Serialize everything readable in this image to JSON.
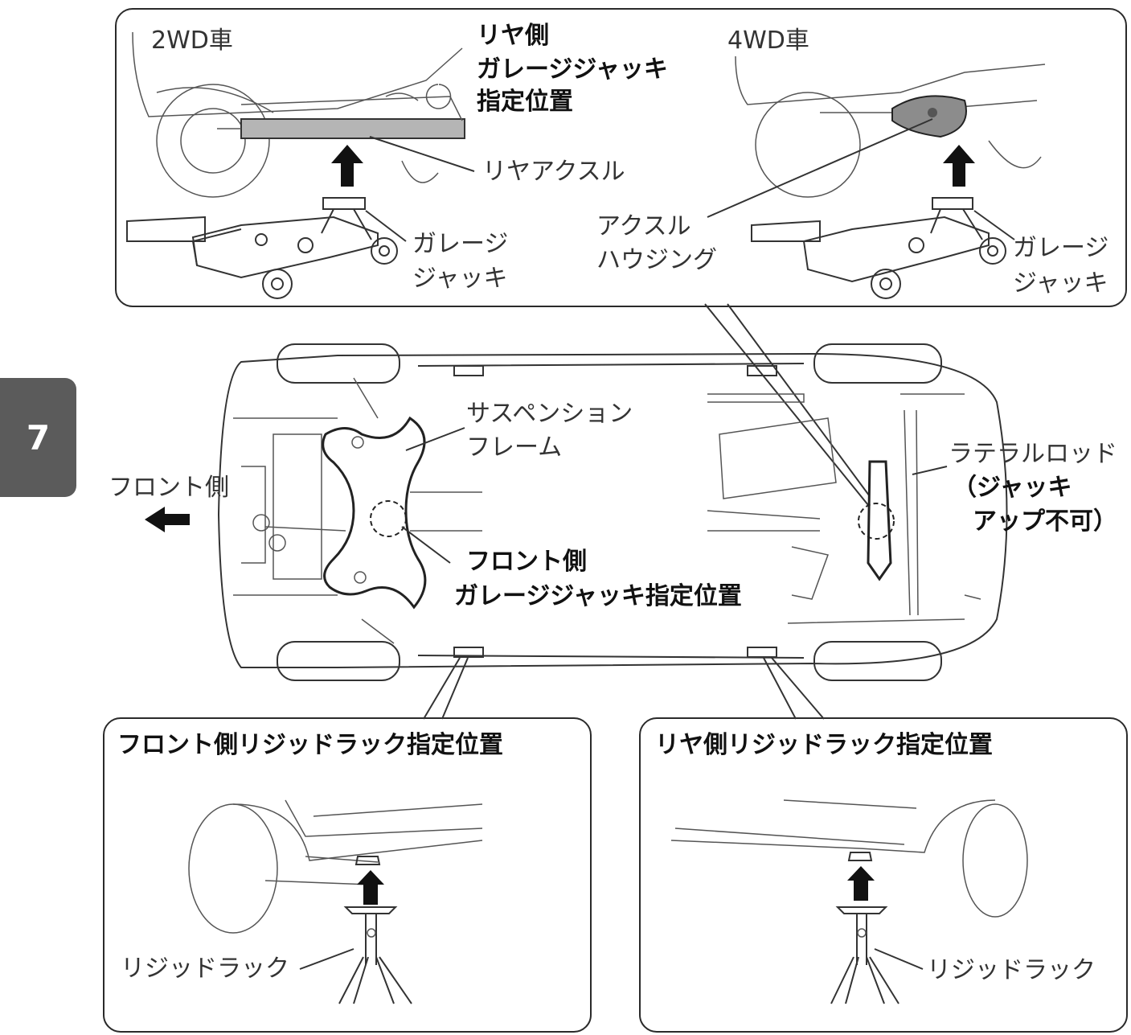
{
  "chapter_tab": "7",
  "top_panel": {
    "left_title": "2WD車",
    "right_title": "4WD車",
    "rear_jack_label": [
      "リヤ側",
      "ガレージジャッキ",
      "指定位置"
    ],
    "rear_axle": "リヤアクスル",
    "garage_jack_left": [
      "ガレージ",
      "ジャッキ"
    ],
    "axle_housing": [
      "アクスル",
      "ハウジング"
    ],
    "garage_jack_right": [
      "ガレージ",
      "ジャッキ"
    ]
  },
  "middle": {
    "front_side": "フロント側",
    "suspension_frame": [
      "サスペンション",
      "フレーム"
    ],
    "front_jack_label": [
      "フロント側",
      "ガレージジャッキ指定位置"
    ],
    "lateral_rod": "ラテラルロッド",
    "no_jackup": [
      "（ジャッキ",
      "アップ不可）"
    ]
  },
  "bottom_left": {
    "title": "フロント側リジッドラック指定位置",
    "rigid_rack": "リジッドラック"
  },
  "bottom_right": {
    "title": "リヤ側リジッドラック指定位置",
    "rigid_rack": "リジッドラック"
  }
}
